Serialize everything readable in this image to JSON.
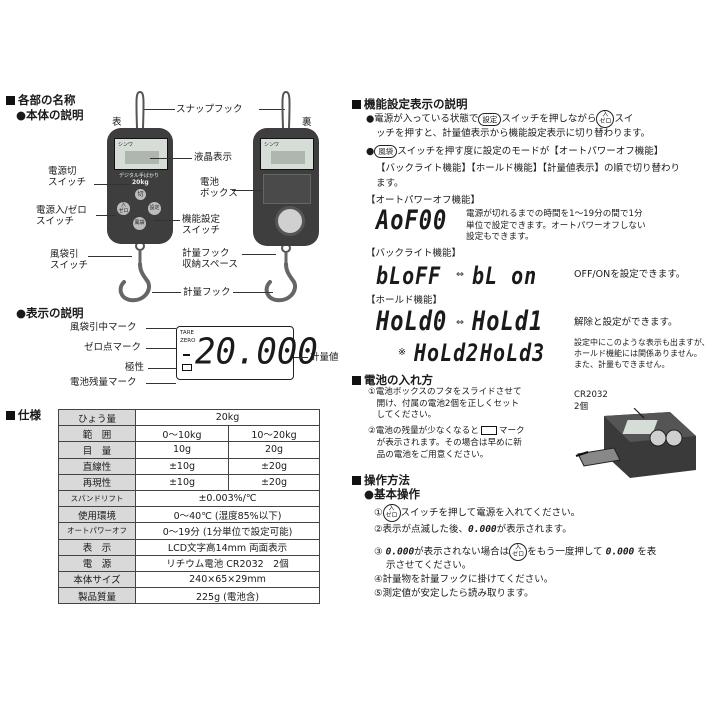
{
  "parts": {
    "title": "各部の名称",
    "subtitle": "●本体の説明",
    "front": "表",
    "back": "裏",
    "snap_hook": "スナップフック",
    "lcd": "液晶表示",
    "power_switch": "電源切\nスイッチ",
    "power_zero": "電源入/ゼロ\nスイッチ",
    "wind_switch": "風袋引\nスイッチ",
    "function_switch": "機能設定\nスイッチ",
    "battery_box": "電池\nボックス",
    "hook_storage": "計量フック\n収納スペース",
    "hook": "計量フック",
    "device_brand": "シンワ",
    "device_name": "デジタル手ばかり",
    "device_cap": "20kg",
    "btn_off": "切",
    "btn_zero": "入\nゼロ",
    "btn_setting": "設定",
    "btn_tare": "風袋"
  },
  "display": {
    "subtitle": "●表示の説明",
    "tare_mark": "風袋引中マーク",
    "zero_mark": "ゼロ点マーク",
    "polarity": "極性",
    "battery_mark": "電池残量マーク",
    "value_label": "計量値",
    "tare_txt": "TARE",
    "zero_txt": "ZERO",
    "reading": "20.000"
  },
  "spec": {
    "title": "仕様",
    "rows": [
      {
        "k": "ひょう量",
        "v": "20kg"
      },
      {
        "k": "範　囲",
        "v1": "0〜10kg",
        "v2": "10〜20kg"
      },
      {
        "k": "目　量",
        "v1": "10g",
        "v2": "20g"
      },
      {
        "k": "直線性",
        "v1": "±10g",
        "v2": "±20g"
      },
      {
        "k": "再現性",
        "v1": "±10g",
        "v2": "±20g"
      },
      {
        "k": "スパンドリフト",
        "v": "±0.003%/℃"
      },
      {
        "k": "使用環境",
        "v": "0〜40℃ (湿度85%以下)"
      },
      {
        "k": "オートパワーオフ",
        "v": "0〜19分 (1分単位で設定可能)"
      },
      {
        "k": "表　示",
        "v": "LCD文字高14mm 両面表示"
      },
      {
        "k": "電　源",
        "v": "リチウム電池 CR2032　2個"
      },
      {
        "k": "本体サイズ",
        "v": "240×65×29mm"
      },
      {
        "k": "製品質量",
        "v": "225g (電池含)"
      }
    ]
  },
  "func": {
    "title": "機能設定表示の説明",
    "p1a": "●電源が入っている状態で",
    "p1b": "スイッチを押しながら",
    "p1c": "スイ",
    "p1d": "ッチを押すと、計量値表示から機能設定表示に切り替わります。",
    "p2a": "●",
    "p2b": "スイッチを押す度に設定のモードが【オートパワーオフ機能】",
    "p2c": "【バックライト機能】【ホールド機能】【計量値表示】の順で切り替わり",
    "p2d": "ます。",
    "key_setting": "設定",
    "key_tare": "風袋",
    "key_on_top": "入",
    "key_on_bottom": "ゼロ",
    "auto_head": "【オートパワーオフ機能】",
    "auto_seg": "AoF00",
    "auto_desc": "電源が切れるまでの時間を1〜19分の間で1分\n単位で設定できます。オートパワーオフしない\n設定もできます。",
    "back_head": "【バックライト機能】",
    "back_seg1": "bLoFF",
    "back_seg2": "bL on",
    "arrow": "⇔",
    "back_desc": "OFF/ONを設定できます。",
    "hold_head": "【ホールド機能】",
    "hold_seg1": "HoLd0",
    "hold_seg2": "HoLd1",
    "hold_desc": "解除と設定ができます。",
    "note_mark": "※",
    "hold_seg3": "HoLd2",
    "hold_seg4": "HoLd3",
    "hold_note": "設定中にこのような表示も出ますが、\nホールド機能には関係ありません。\nまた、計量もできません。"
  },
  "battery": {
    "title": "電池の入れ方",
    "s1": "①電池ボックスのフタをスライドさせて\n　開け、付属の電池2個を正しくセット\n　してください。",
    "s2a": "②電池の残量が少なくなると",
    "s2b": "マーク",
    "s2c": "　が表示されます。その場合は早めに新\n　品の電池をご用意ください。",
    "cr_label": "CR2032\n2個"
  },
  "ops": {
    "title": "操作方法",
    "subtitle": "●基本操作",
    "s1a": "①",
    "s1b": "スイッチを押して電源を入れてください。",
    "s2a": "②表示が点滅した後、",
    "s2seg": "0.000",
    "s2b": "が表示されます。",
    "s3a": "③",
    "s3seg": "0.000",
    "s3b": "が表示されない場合は",
    "s3c": "をもう一度押して",
    "s3seg2": "0.000",
    "s3d": "を表",
    "s3e": "示させてください。",
    "s4": "④計量物を計量フックに掛けてください。",
    "s5": "⑤測定値が安定したら読み取ります。"
  }
}
